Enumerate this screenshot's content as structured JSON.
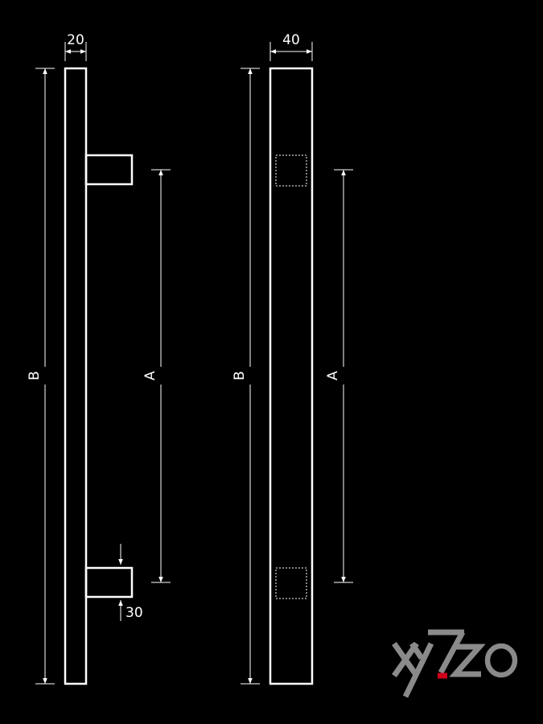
{
  "colors": {
    "background": "#000000",
    "line": "#ffffff",
    "logo_grey": "#8a8a8a",
    "logo_accent": "#d0021b"
  },
  "side_view": {
    "width_label": "20",
    "length_label": "B",
    "spacing_label": "A",
    "post_label": "30"
  },
  "front_view": {
    "width_label": "40",
    "length_label": "B",
    "spacing_label": "A"
  },
  "logo": {
    "text": "XYZZO"
  }
}
